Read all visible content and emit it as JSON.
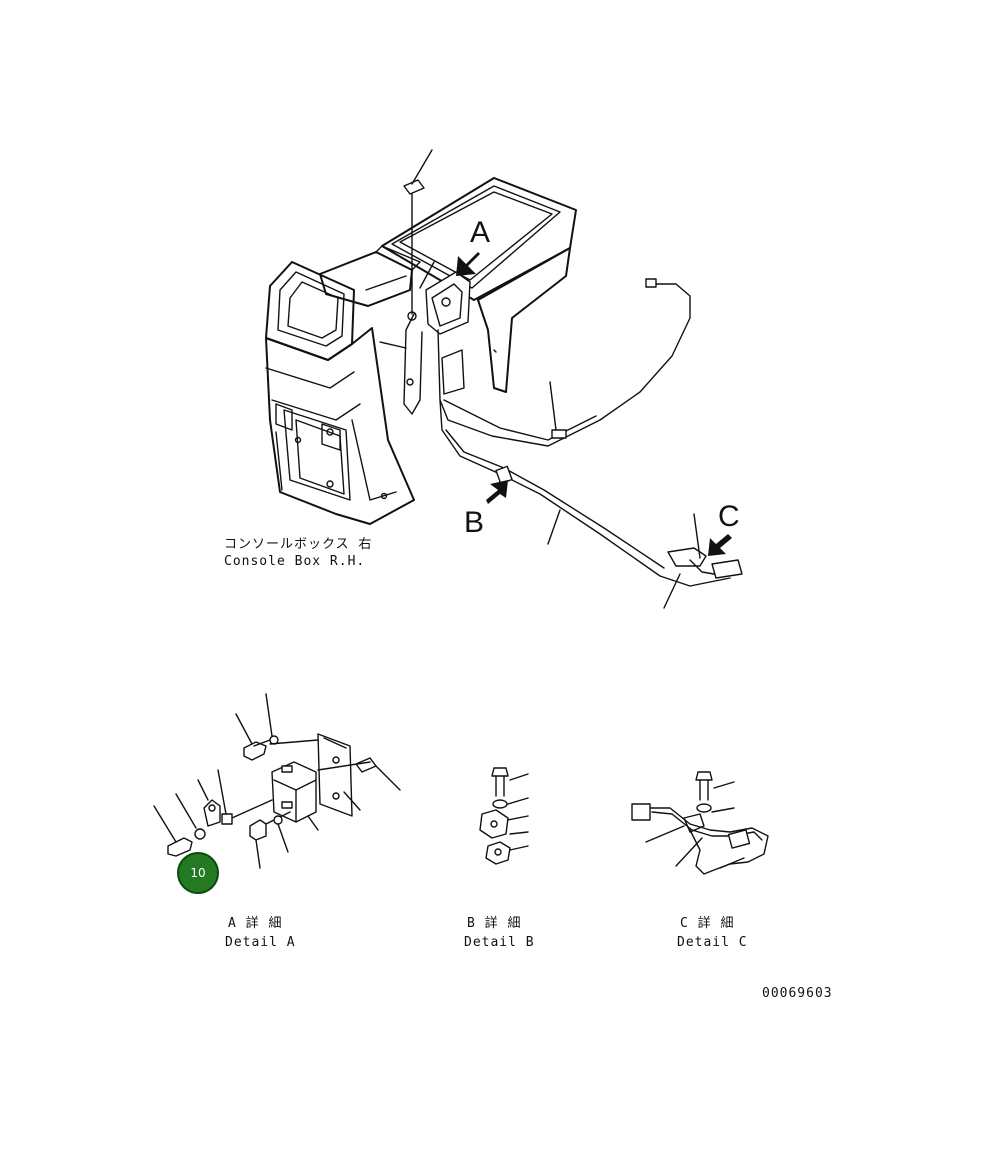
{
  "callouts": {
    "A": "A",
    "B": "B",
    "C": "C"
  },
  "console": {
    "label_jp": "コンソールボックス 右",
    "label_en": "Console Box R.H."
  },
  "details": [
    {
      "jp": "A 詳 細",
      "en": "Detail A"
    },
    {
      "jp": "B 詳 細",
      "en": "Detail B"
    },
    {
      "jp": "C 詳 細",
      "en": "Detail C"
    }
  ],
  "drawing_number": "00069603",
  "badge": {
    "label": "10",
    "color": "#237a23"
  }
}
